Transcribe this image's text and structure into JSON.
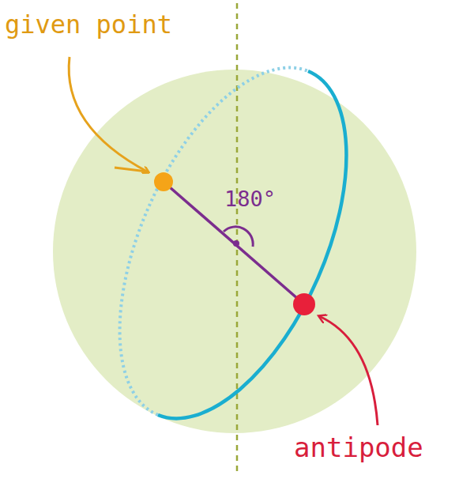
{
  "diagram": {
    "labels": [
      "given point",
      "180°",
      "antipode"
    ]
  }
}
